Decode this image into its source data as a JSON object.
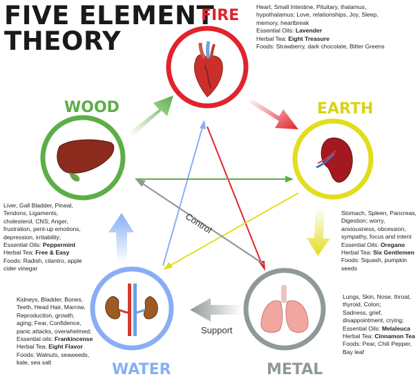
{
  "title_lines": [
    "FIVE ELEMENT",
    "THEORY"
  ],
  "colors": {
    "fire": "#e0232c",
    "earth": "#e2dd1d",
    "metal": "#8f9a98",
    "water": "#88aef5",
    "wood": "#5cae47"
  },
  "elements": {
    "fire": {
      "name": "FIRE",
      "organ_icon": "heart-icon",
      "lines": [
        "Heart, Small Intestine, Pituitary, thalamus,",
        "hypothalamus; Love, relationships, Joy, Sleep,",
        "memory, heartbreak"
      ],
      "oil_label": "Essential Oils:",
      "oil": "Lavender",
      "tea_label": "Herbal Tea:",
      "tea": "Eight Treasure",
      "foods": "Foods:  Strawberry, dark chocolate, Bitter Greens"
    },
    "earth": {
      "name": "EARTH",
      "organ_icon": "spleen-icon",
      "lines": [
        "Stomach, Spleen, Pancreas,",
        "Digestion; worry,",
        "anxiousness, obcession,",
        "sympathy, focus and intent"
      ],
      "oil_label": "Essential Oils:",
      "oil": "Oregano",
      "tea_label": "Herbal Tea:",
      "tea": "Six Gentlemen",
      "foods_lines": [
        "Foods:  Squash, pumpkin",
        "seeds"
      ]
    },
    "metal": {
      "name": "METAL",
      "organ_icon": "lungs-icon",
      "lines": [
        "Lungs, Skin, Nose, throat,",
        "thyroid, Colon;",
        "Sadness, grief,",
        "disappointment, crying;"
      ],
      "oil_label": "Essential Oils:",
      "oil": "Melaleuca",
      "tea_label": "Herbal Tea:",
      "tea": "Cinnamon Tea",
      "foods_lines": [
        "Foods:  Pear, Chili Pepper,",
        "Bay leaf"
      ]
    },
    "water": {
      "name": "WATER",
      "organ_icon": "kidneys-icon",
      "lines": [
        "Kidneys, Bladder, Bones,",
        "Teeth, Head Hair, Marrow,",
        "Reproduction, growth,",
        "aging; Fear, Confidence,",
        "panic attacks, overwhelmed;"
      ],
      "oil_label": "Essential oils:",
      "oil": "Frankincense",
      "tea_label": "Herbal Tea:",
      "tea": "Eight Flavor",
      "foods_lines": [
        "Foods: Walnuts, seaweeds,",
        "kale, sea salt"
      ]
    },
    "wood": {
      "name": "WOOD",
      "organ_icon": "liver-icon",
      "lines": [
        "Liver, Gall Bladder, Pineal,",
        "Tendons, Ligaments,",
        "cholesterol, CNS; Anger,",
        "frustration, pent-up emotions,",
        "depression, irritability;"
      ],
      "oil_label": "Essential Oils:",
      "oil": "Peppermint",
      "tea_label": "Herbal Tea:",
      "tea": "Free & Easy",
      "foods_lines": [
        "Foods: Radish, cilantro, apple",
        "cider vinegar"
      ]
    }
  },
  "cycle_labels": {
    "control": "Control",
    "support": "Support"
  }
}
